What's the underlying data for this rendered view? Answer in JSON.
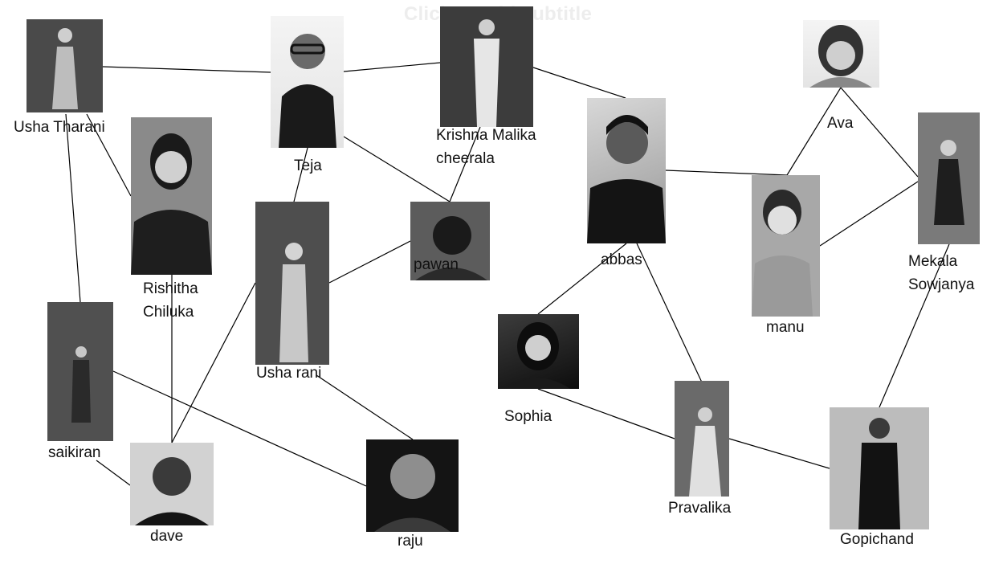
{
  "subtitle_placeholder": "Click to add subtitle",
  "colors": {
    "edge": "#000000",
    "label": "#111111",
    "placeholder": "#ededed"
  },
  "people": [
    {
      "id": "usha-tharani",
      "lines": [
        "Usha Tharani"
      ]
    },
    {
      "id": "teja",
      "lines": [
        "Teja"
      ]
    },
    {
      "id": "krishna-malika",
      "lines": [
        "Krishna Malika",
        "cheerala"
      ]
    },
    {
      "id": "ava",
      "lines": [
        "Ava"
      ]
    },
    {
      "id": "rishitha",
      "lines": [
        "Rishitha",
        "Chiluka"
      ]
    },
    {
      "id": "abbas",
      "lines": [
        "abbas"
      ]
    },
    {
      "id": "mekala",
      "lines": [
        "Mekala",
        "Sowjanya"
      ]
    },
    {
      "id": "usha-rani",
      "lines": [
        "Usha rani"
      ]
    },
    {
      "id": "pawan",
      "lines": [
        "pawan"
      ]
    },
    {
      "id": "manu",
      "lines": [
        "manu"
      ]
    },
    {
      "id": "saikiran",
      "lines": [
        "saikiran"
      ]
    },
    {
      "id": "sophia",
      "lines": [
        "Sophia"
      ]
    },
    {
      "id": "dave",
      "lines": [
        "dave"
      ]
    },
    {
      "id": "raju",
      "lines": [
        "raju"
      ]
    },
    {
      "id": "pravalika",
      "lines": [
        "Pravalika"
      ]
    },
    {
      "id": "gopichand",
      "lines": [
        "Gopichand"
      ]
    }
  ],
  "connections": [
    [
      "usha-tharani",
      "teja"
    ],
    [
      "teja",
      "krishna-malika"
    ],
    [
      "krishna-malika",
      "abbas"
    ],
    [
      "usha-tharani",
      "rishitha"
    ],
    [
      "usha-tharani",
      "saikiran"
    ],
    [
      "teja",
      "pawan"
    ],
    [
      "teja",
      "usha-rani"
    ],
    [
      "krishna-malika",
      "pawan"
    ],
    [
      "usha-rani",
      "pawan"
    ],
    [
      "abbas",
      "manu"
    ],
    [
      "ava",
      "manu"
    ],
    [
      "ava",
      "mekala"
    ],
    [
      "manu",
      "mekala"
    ],
    [
      "rishitha",
      "dave"
    ],
    [
      "usha-rani",
      "dave"
    ],
    [
      "usha-rani",
      "raju"
    ],
    [
      "saikiran",
      "dave"
    ],
    [
      "saikiran",
      "raju"
    ],
    [
      "abbas",
      "sophia"
    ],
    [
      "abbas",
      "pravalika"
    ],
    [
      "sophia",
      "pravalika"
    ],
    [
      "pravalika",
      "gopichand"
    ],
    [
      "mekala",
      "gopichand"
    ]
  ]
}
